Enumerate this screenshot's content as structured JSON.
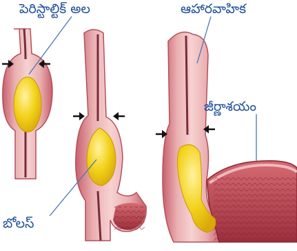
{
  "labels": {
    "peristalsis": "పెరిస్టాల్టిక్ అల",
    "esophagus": "ఆహారవాహిక",
    "stomach": "జీర్ణాశయం",
    "bolus": "బోలస్"
  },
  "colors": {
    "label_text": "#1f4e9a",
    "tube_outer": "#c9606b",
    "tube_wall": "#e7a3a6",
    "tube_inner": "#f3c6c6",
    "lumen": "#7a2b3a",
    "bolus": "#f3d21a",
    "bolus_highlight": "#fff3a0",
    "stomach_wall": "#b8424e",
    "stomach_fold": "#8a2432",
    "arrow": "#111111",
    "leader_line": "#4a74b4"
  },
  "icons": {
    "constriction_arrow": "arrow-pointing-inward"
  }
}
